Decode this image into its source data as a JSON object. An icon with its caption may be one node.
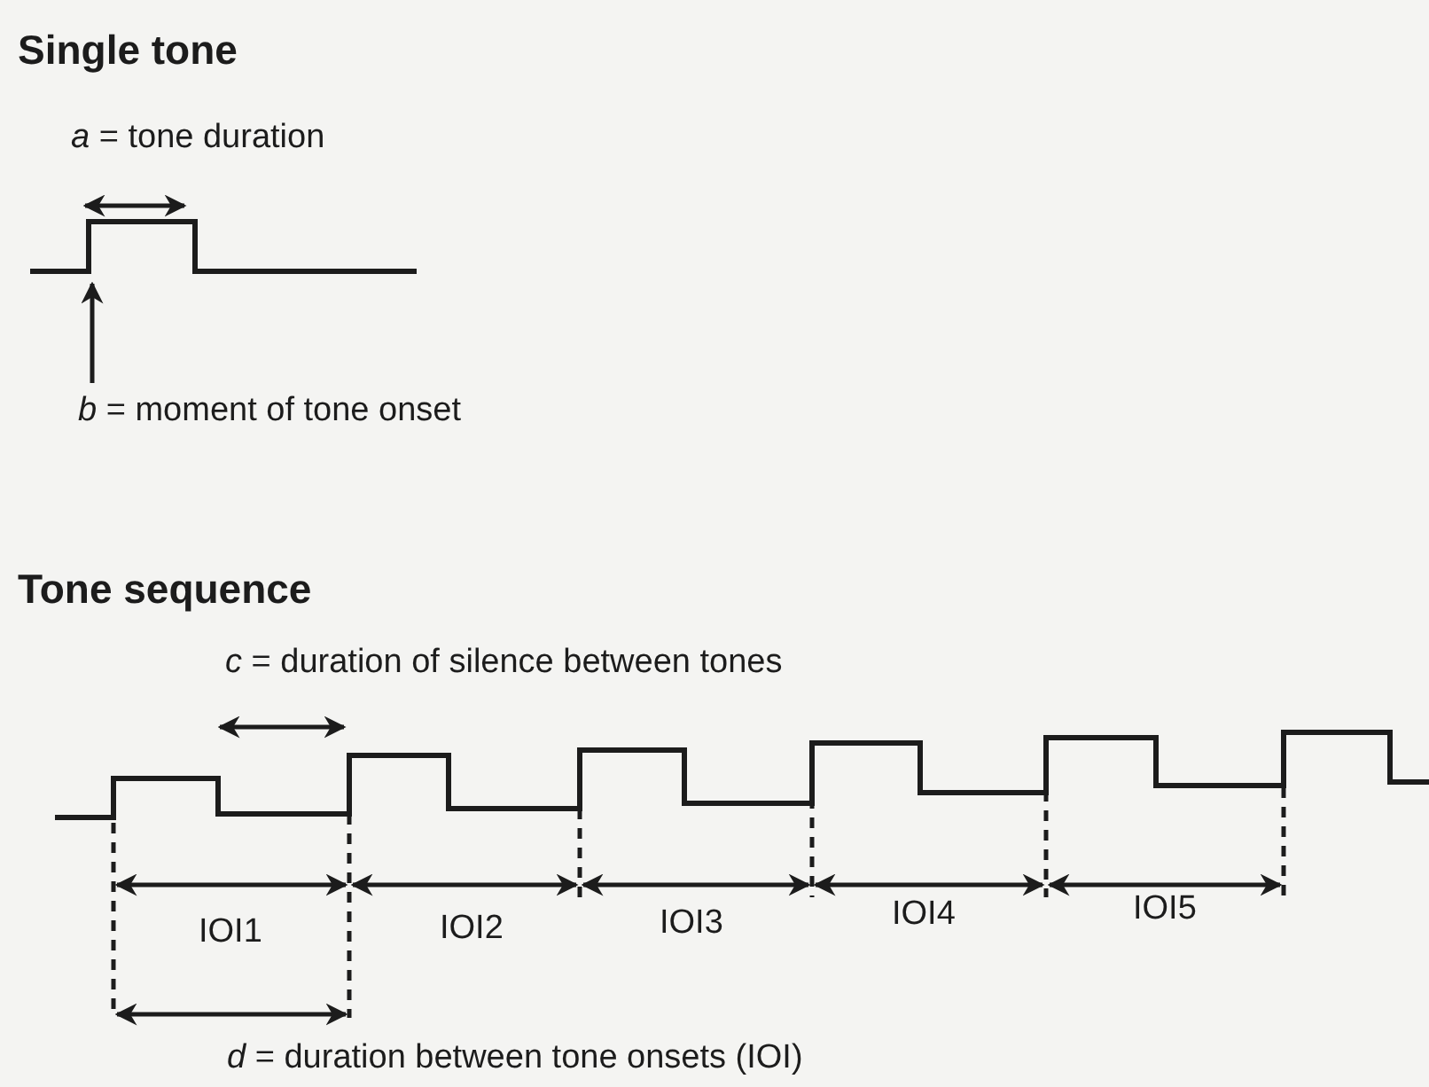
{
  "diagram": {
    "labels": [
      "Single tone",
      "*a* = tone duration",
      "*b* = moment of tone onset",
      "Tone sequence",
      "*c* = duration of silence between tones",
      "IOI1",
      "IOI2",
      "IOI3",
      "IOI4",
      "IOI5",
      "*d* = duration between tone onsets (IOI)"
    ]
  }
}
